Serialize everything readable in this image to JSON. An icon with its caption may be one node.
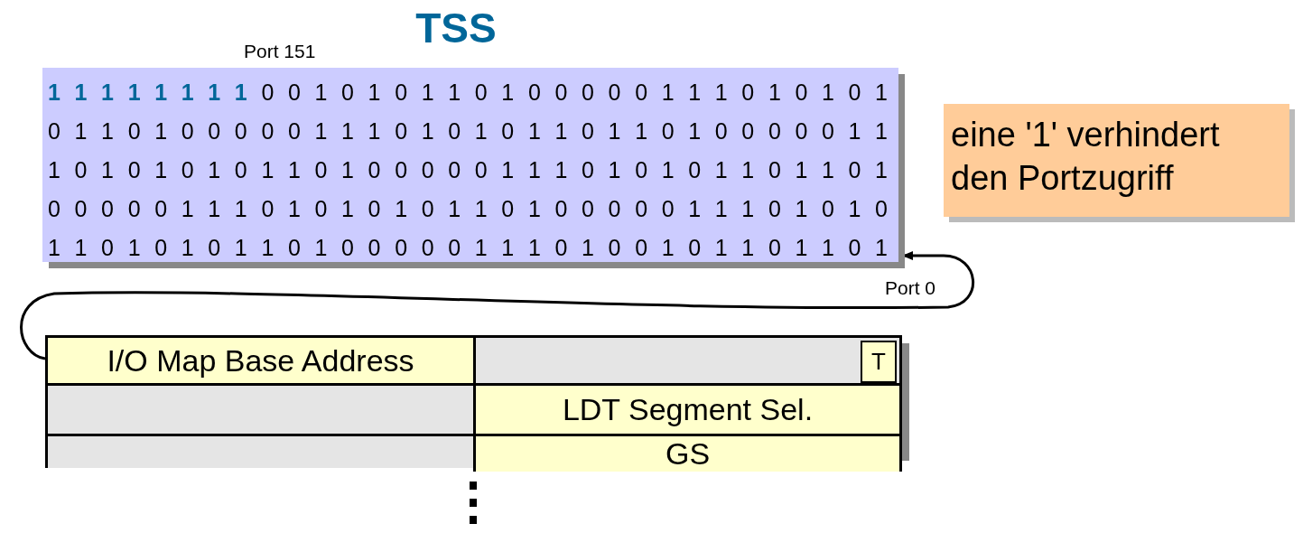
{
  "diagram": {
    "title": "TSS",
    "nodes": [
      {
        "text": [
          "**1 1 1 1 1 1 1 1** 0 0 1 0 1 0 1 1 0 1 0 0 0 0 0 1 1 1 0 1 0 1 0 1",
          "0 1 1 0 1 0 0 0 0 0 1 1 1 0 1 0 1 0 1 1 0 1 1 0 1 0 0 0 0 0 1 1",
          "1 0 1 0 1 0 1 0 1 1 0 1 0 0 0 0 0 1 1 1 0 1 0 1 0 1 1 0 1 1 0 1",
          "0 0 0 0 0 1 1 1 0 1 0 1 0 1 0 1 1 0 1 0 0 0 0 0 1 1 1 0 1 0 1 0",
          "1 1 0 1 0 1 0 1 1 0 1 0 0 0 0 0 1 1 1 0 1 0 0 1 0 1 1 0 1 1 0 1"
        ]
      },
      {
        "text": [
          "eine '1' verhindert den Portzugriff"
        ]
      },
      {
        "text": [
          "I/O Map Base Address"
        ]
      },
      {
        "text": [],
        "shape": "box"
      },
      {
        "text": [
          "T"
        ],
        "in": 3
      },
      {
        "text": [],
        "shape": "box"
      },
      {
        "text": [
          "LDT Segment Sel."
        ]
      },
      {
        "text": [],
        "shape": "box"
      },
      {
        "text": [
          "GS"
        ]
      }
    ],
    "edges": [
      {
        "from": 2,
        "to": 0,
        "arrow": "to"
      }
    ],
    "labels": [
      "Port 151",
      "Port 0"
    ]
  }
}
